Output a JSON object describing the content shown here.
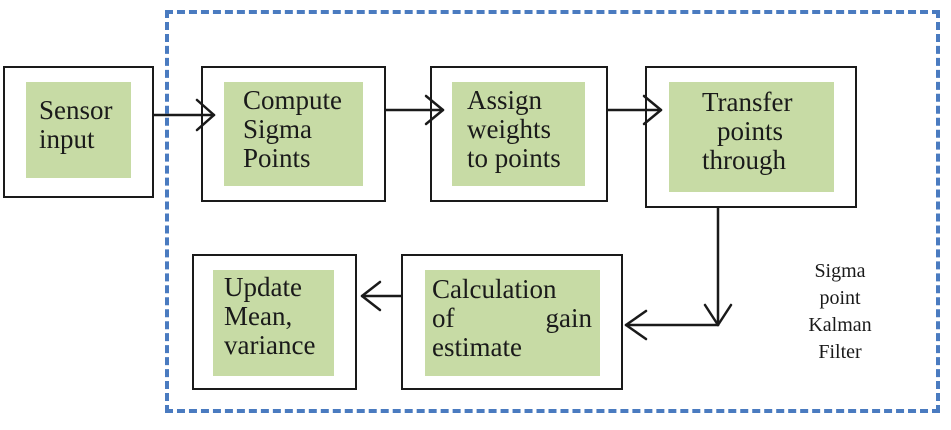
{
  "diagram": {
    "group_label_lines": [
      "Sigma",
      "point",
      "Kalman",
      "Filter"
    ],
    "boxes": {
      "sensor": [
        "Sensor",
        "input"
      ],
      "compute": [
        "Compute",
        "Sigma",
        "Points"
      ],
      "assign": [
        "Assign",
        "weights",
        "to points"
      ],
      "transfer": [
        "Transfer",
        "points",
        "through"
      ],
      "calc": [
        "Calculation",
        [
          "of",
          "gain"
        ],
        "estimate"
      ],
      "update": [
        "Update",
        "Mean,",
        "variance"
      ]
    },
    "colors": {
      "fill": "#c7dba5",
      "border": "#1a1a1a",
      "group_border": "#4a7bc0"
    }
  }
}
